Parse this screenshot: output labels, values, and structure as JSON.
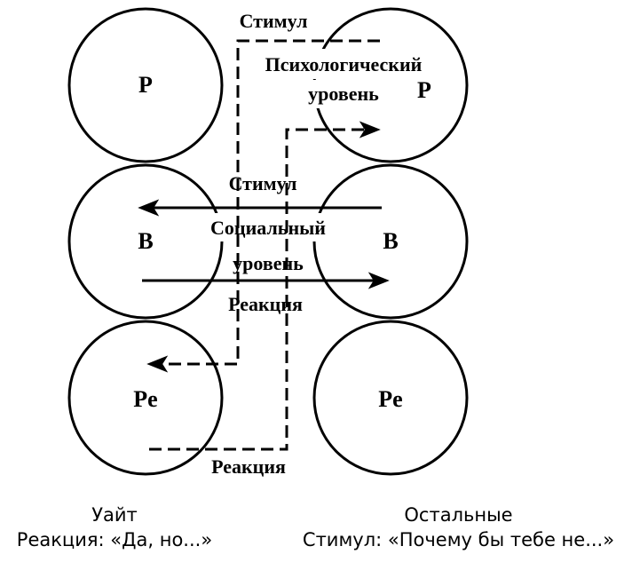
{
  "left_person": {
    "parent": "P",
    "adult": "B",
    "child": "Pe",
    "caption_name": "Уайт",
    "caption_line": "Реакция: «Да, но...»"
  },
  "right_person": {
    "parent": "P",
    "adult": "B",
    "child": "Pe",
    "caption_name": "Остальные",
    "caption_line": "Стимул: «Почему бы тебе не...»"
  },
  "labels": {
    "psych_stimulus": "Стимул",
    "psych_level_1": "Психологический",
    "psych_level_2": "уровень",
    "social_stimulus": "Стимул",
    "social_level_1": "Социальный",
    "social_level_2": "уровень",
    "social_reaction": "Реакция",
    "psych_reaction": "Реакция"
  }
}
